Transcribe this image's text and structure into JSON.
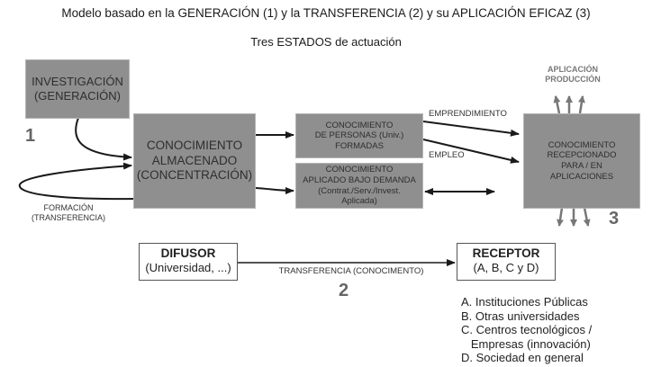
{
  "title": "Modelo basado en la GENERACIÓN (1) y la TRANSFERENCIA (2) y su APLICACIÓN EFICAZ (3)",
  "subtitle": "Tres ESTADOS de actuación",
  "boxes": {
    "investigacion": [
      "INVESTIGACIÓN",
      "(GENERACIÓN)"
    ],
    "almacenado": [
      "CONOCIMIENTO",
      "ALMACENADO",
      "(CONCENTRACIÓN)"
    ],
    "personas": [
      "CONOCIMIENTO",
      "DE PERSONAS (Univ.)",
      "FORMADAS"
    ],
    "aplicado": [
      "CONOCIMIENTO",
      "APLICADO BAJO DEMANDA",
      "(Contrat./Serv./Invest.",
      "Aplicada)"
    ],
    "recepcionado": [
      "CONOCIMIENTO",
      "RECEPCIONADO",
      "PARA / EN",
      "APLICACIONES"
    ]
  },
  "labels": {
    "formacion": [
      "FORMACIÓN",
      "(TRANSFERENCIA)"
    ],
    "emprendimiento": "EMPRENDIMIENTO",
    "empleo": "EMPLEO",
    "aplicacion_produccion": [
      "APLICACIÓN",
      "PRODUCCIÓN"
    ],
    "transferencia": "TRANSFERENCIA (CONOCIMENTO)"
  },
  "numbers": {
    "one": "1",
    "two": "2",
    "three": "3"
  },
  "difusor": {
    "title": "DIFUSOR",
    "sub": "(Universidad, ...)"
  },
  "receptor": {
    "title": "RECEPTOR",
    "sub": "(A, B, C y D)"
  },
  "receptor_list": [
    "A. Instituciones Públicas",
    "B. Otras universidades",
    "C. Centros tecnológicos /",
    "   Empresas (innovación)",
    "D. Sociedad en general"
  ]
}
